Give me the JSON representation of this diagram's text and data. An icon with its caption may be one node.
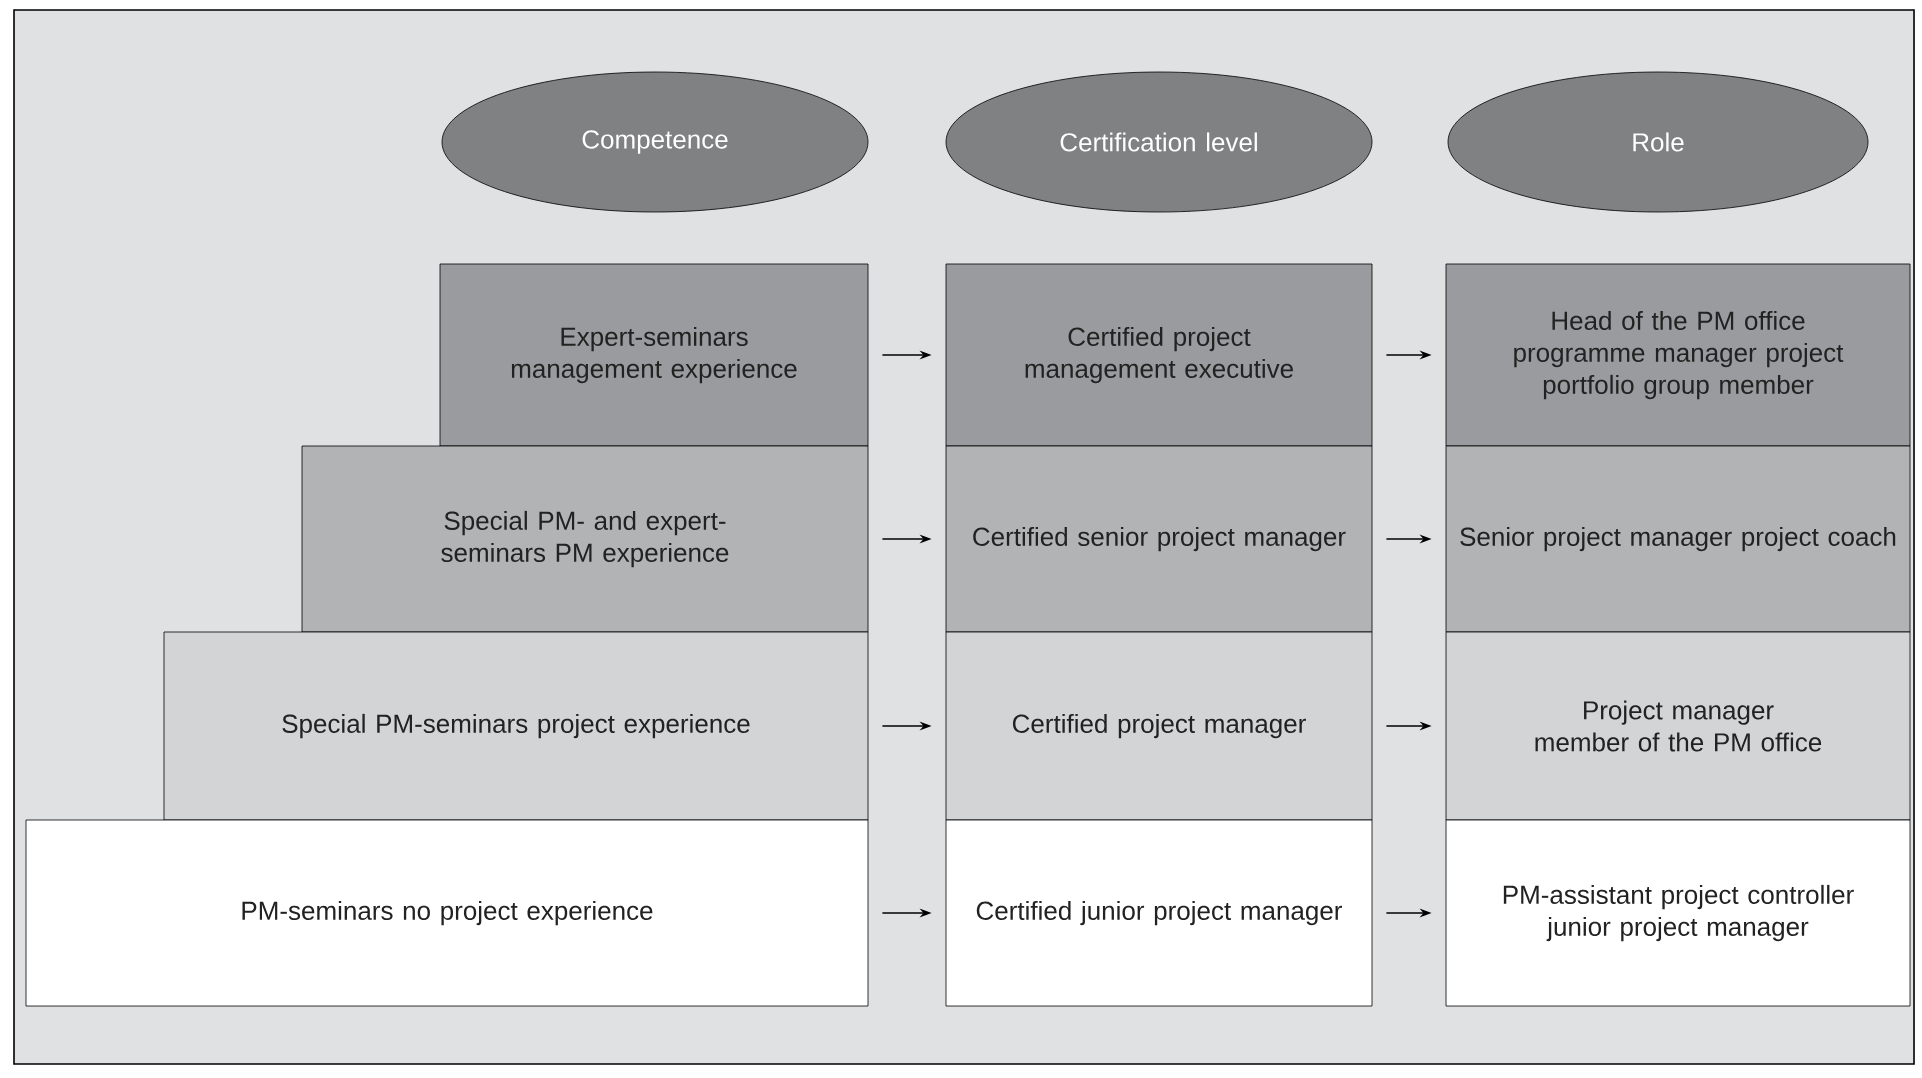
{
  "diagram": {
    "nodes": [
      {
        "text": [
          "Competence"
        ]
      },
      {
        "text": [
          "Certification level"
        ]
      },
      {
        "text": [
          "Role"
        ]
      },
      {
        "text": [
          "Expert-seminars management experience"
        ]
      },
      {
        "text": [
          "Certified project management executive"
        ]
      },
      {
        "text": [
          "Head of the PM office programme manager project portfolio group member"
        ]
      },
      {
        "text": [
          "Special PM- and expert-seminars PM experience"
        ]
      },
      {
        "text": [
          "Certified senior project manager"
        ]
      },
      {
        "text": [
          "Senior project manager project coach"
        ]
      },
      {
        "text": [
          "Special PM-seminars project experience"
        ]
      },
      {
        "text": [
          "Certified project manager"
        ]
      },
      {
        "text": [
          "Project manager member of the PM office"
        ]
      },
      {
        "text": [
          "PM-seminars no project experience"
        ]
      },
      {
        "text": [
          "Certified junior project manager"
        ]
      },
      {
        "text": [
          "PM-assistant project controller junior project manager"
        ]
      }
    ],
    "edges": [
      {
        "from": 3,
        "to": 4,
        "arrow": "to"
      },
      {
        "from": 4,
        "to": 5,
        "arrow": "to"
      },
      {
        "from": 6,
        "to": 7,
        "arrow": "to"
      },
      {
        "from": 7,
        "to": 8,
        "arrow": "to"
      },
      {
        "from": 9,
        "to": 10,
        "arrow": "to"
      },
      {
        "from": 10,
        "to": 11,
        "arrow": "to"
      },
      {
        "from": 12,
        "to": 13,
        "arrow": "to"
      },
      {
        "from": 13,
        "to": 14,
        "arrow": "to"
      }
    ]
  }
}
